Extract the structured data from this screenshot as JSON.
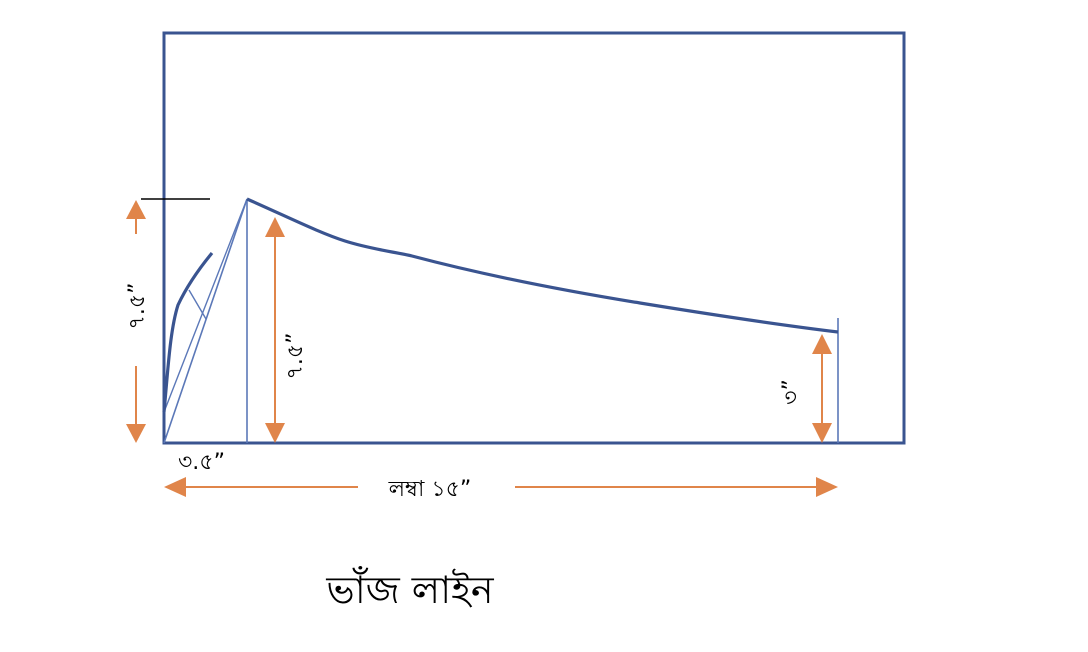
{
  "labels": {
    "left_height": "৭.৫”",
    "inner_height": "৭.৫”",
    "right_height": "৩”",
    "base_width": "৩.৫”",
    "length": "লম্বা ১৫”",
    "caption": "ভাঁজ লাইন"
  },
  "colors": {
    "frame": "#3a5490",
    "pattern_line": "#3a5490",
    "guide_line": "#5b78b8",
    "arrow": "#e0854a",
    "text": "#000000"
  }
}
